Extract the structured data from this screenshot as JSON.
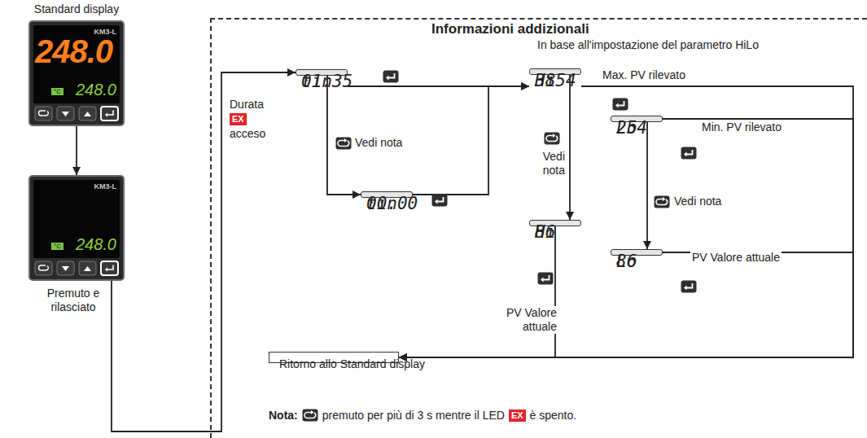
{
  "diagram": {
    "nodes": [
      {
        "text": [
          "Standard display",
          "KM3-L",
          "248.0",
          "°C",
          "248.0"
        ]
      },
      {
        "text": [
          "KM3-L",
          "°C",
          "248.0"
        ]
      },
      {
        "text": [
          "Informazioni addizionali",
          "In base all'impostazione del parametro HiLo"
        ]
      },
      {
        "text": [
          "tin",
          "01.35"
        ],
        "in": 2
      },
      {
        "text": [
          "tin",
          "00.00"
        ],
        "in": 2
      },
      {
        "text": [
          "Hi",
          "3854"
        ],
        "in": 2
      },
      {
        "text": [
          "Lo",
          "254"
        ],
        "in": 2
      },
      {
        "text": [
          "Hi",
          "86"
        ],
        "in": 2
      },
      {
        "text": [
          "Lo",
          "86"
        ],
        "in": 2
      },
      {
        "text": [
          "Ritorno allo Standard display"
        ],
        "in": 2
      }
    ],
    "edges": [
      {
        "from": 0,
        "to": 1,
        "arrow": "to"
      },
      {
        "from": 1,
        "to": 3,
        "arrow": "to"
      },
      {
        "from": 3,
        "to": 4,
        "arrow": "to",
        "label": "Vedi nota"
      },
      {
        "from": 3,
        "to": 5,
        "arrow": "to"
      },
      {
        "from": 4,
        "to": 5,
        "arrow": "to"
      },
      {
        "from": 5,
        "to": 7,
        "arrow": "to",
        "label": "Vedi nota"
      },
      {
        "from": 6,
        "to": 8,
        "arrow": "to",
        "label": "Vedi nota"
      },
      {
        "from": 5,
        "to": 9,
        "arrow": "to",
        "label": "Max. PV rilevato"
      },
      {
        "from": 6,
        "to": 9,
        "arrow": "to",
        "label": "Min. PV rilevato"
      },
      {
        "from": 7,
        "to": 9,
        "arrow": "to",
        "label": "PV Valore attuale"
      },
      {
        "from": 8,
        "to": 9,
        "arrow": "to",
        "label": "PV Valore attuale"
      }
    ],
    "labels": [
      "Durata",
      "EX",
      "acceso",
      "Premuto e rilasciato",
      "Nota:",
      "premuto per più di 3 s mentre il LED",
      "EX",
      "è spento."
    ]
  }
}
